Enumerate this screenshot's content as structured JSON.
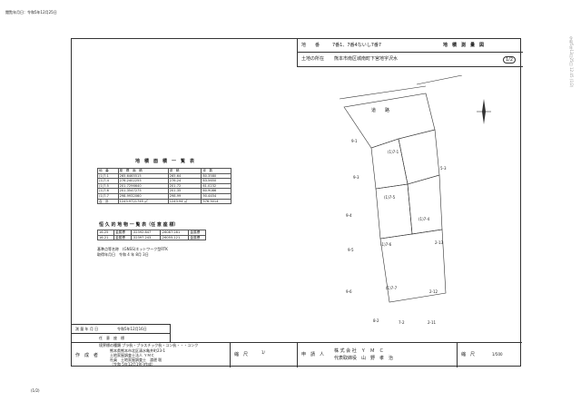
{
  "header": {
    "print_date": "閲覧年月日：令和5年12月25日"
  },
  "side_stamp": "令和5年12月25日 12:45 (1/2)",
  "footer": {
    "page": "(1/2)"
  },
  "title_block": {
    "chiban_label": "地　　番",
    "chiban_value": "7番1、7番4ないし7番7",
    "survey_title": "地　積　測　量　図",
    "location_label": "土地の所在",
    "location_value": "熊本市南区城南町下宮地字沢水",
    "sheet_no": "1/2"
  },
  "map": {
    "road_label": "道　　路",
    "parcels": [
      {
        "label": "(1)7-1"
      },
      {
        "label": "(1)7-5"
      },
      {
        "label": "(1)7-4"
      },
      {
        "label": "(1)7-6"
      },
      {
        "label": "(1)7-7"
      }
    ],
    "neighbors": [
      "9-1",
      "9-3",
      "9-4",
      "9-5",
      "9-6",
      "5-3",
      "2-13",
      "2-12",
      "8-2",
      "7-2",
      "2-11"
    ]
  },
  "area_table": {
    "title": "地　積　面　積　一　覧　表",
    "headers": [
      "地　番",
      "座　標　面　積",
      "求　積",
      "坪　数"
    ],
    "rows": [
      [
        "(1)7-1",
        "265.6465515",
        "265.64",
        "80.3580"
      ],
      [
        "(1)7-4",
        "276.2402255",
        "276.24",
        "83.5650"
      ],
      [
        "(1)7-5",
        "201.7296640",
        "201.72",
        "61.0232"
      ],
      [
        "(1)7-6",
        "201.3547275",
        "201.35",
        "60.9086"
      ],
      [
        "(1)7-7",
        "298.9932060",
        "298.99",
        "90.4454"
      ]
    ],
    "total": [
      "合　計",
      "1243.9721745 ㎡",
      "1243.94 ㎡",
      "376.3014"
    ]
  },
  "perm_table": {
    "title": "恒 久 的 地 物 一 覧 表（任 意 座 標）",
    "rows": [
      [
        "16-25",
        "金属標",
        "-32392.847",
        "-26087.281",
        "金属標"
      ],
      [
        "16-21",
        "金属標",
        "-32397.243",
        "-26055.121",
        "金属標"
      ]
    ],
    "note1": "基準点等名称　(GNSS)ネットワーク型RTK",
    "note2": "取得年月日　令和 4 年 8月 3日"
  },
  "survey_date": {
    "label": "測 量 年 月 日",
    "value": "令和5年12月16日"
  },
  "survey_method": "任　意　座　標",
  "preparer": {
    "label": "作　成　者",
    "line1": "熊本県熊本市北区清水亀井町23-1",
    "line2": "土地家屋調査士法人 ＹＭＣ",
    "line3": "社員　土地家屋調査士　渡邊 聡",
    "line4": "（令和 5年12月19日作成）",
    "boundary": "境界標の種類 プラ杭・プラスチック杭・コン杭・・・コンク"
  },
  "scale1": {
    "label": "縮　尺",
    "value": "1/"
  },
  "applicant": {
    "label": "申　請　人",
    "company": "株 式 会 社　Ｙ　Ｍ　Ｃ",
    "rep": "代表取締役　山　野　孝　治"
  },
  "scale2": {
    "label": "縮　尺",
    "value": "1/500"
  }
}
